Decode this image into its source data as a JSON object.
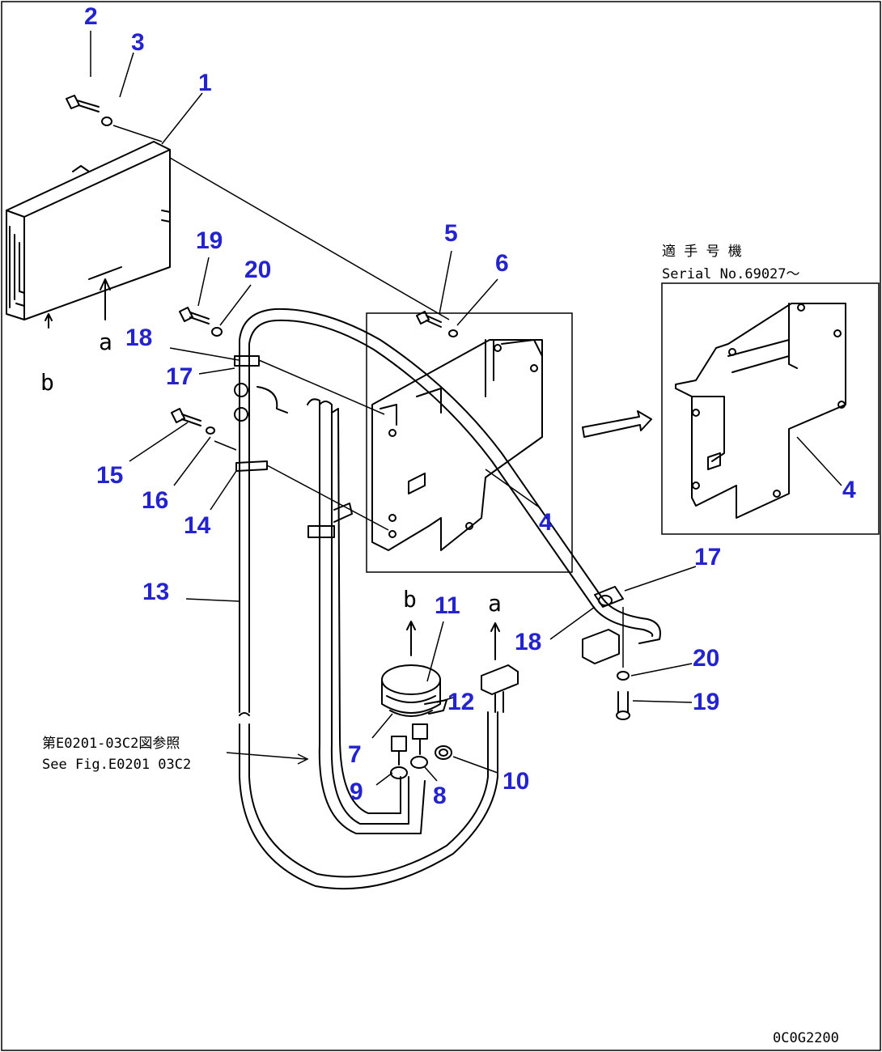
{
  "diagram": {
    "drawing_code": "0C0G2200",
    "serial_note": {
      "line1": "適 手 号 機",
      "line2": "Serial No.69027～"
    },
    "see_fig_note": {
      "line1": "第E0201-03C2図参照",
      "line2": "See Fig.E0201 03C2"
    },
    "view_letters": {
      "a": "a",
      "b": "b"
    },
    "callouts": {
      "c1": "1",
      "c2": "2",
      "c3": "3",
      "c4_main": "4",
      "c4_detail": "4",
      "c5": "5",
      "c6": "6",
      "c7": "7",
      "c8": "8",
      "c9": "9",
      "c10": "10",
      "c11": "11",
      "c12": "12",
      "c13": "13",
      "c14": "14",
      "c15": "15",
      "c16": "16",
      "c17_left": "17",
      "c17_right": "17",
      "c18_left": "18",
      "c18_right": "18",
      "c19_left": "19",
      "c19_right": "19",
      "c20_left": "20",
      "c20_right": "20"
    },
    "colors": {
      "callout": "#2323cf",
      "line": "#000000",
      "background": "#ffffff"
    }
  }
}
